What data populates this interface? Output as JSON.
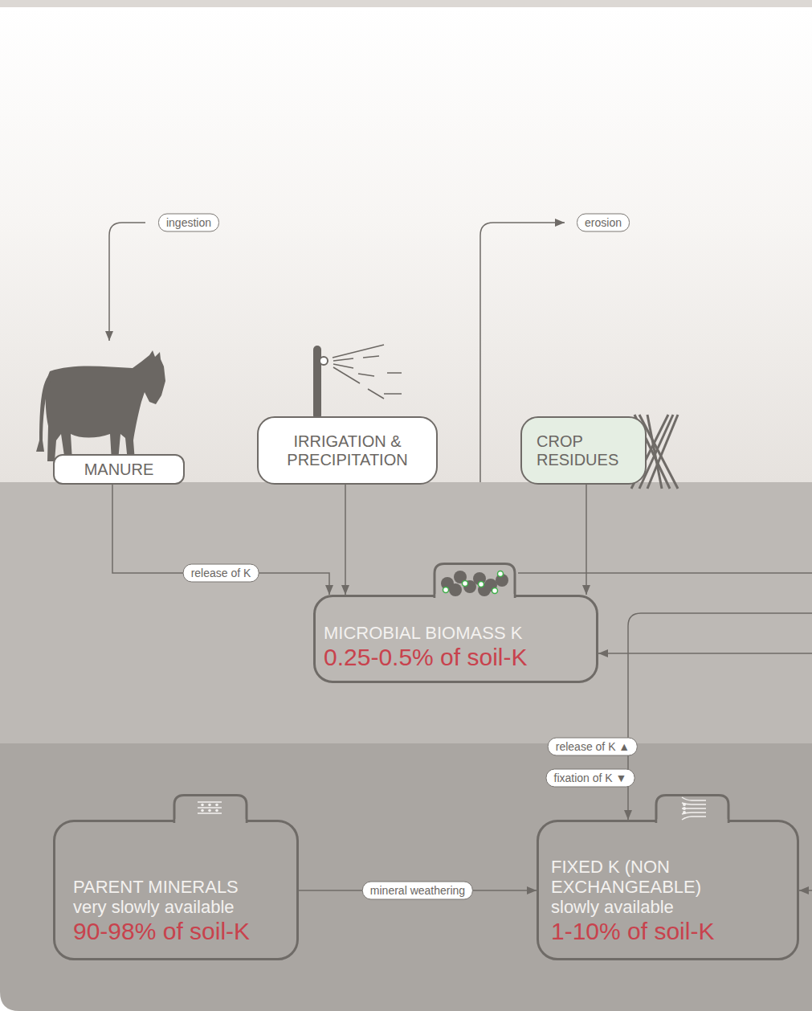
{
  "diagram": {
    "nodes": [
      {
        "text": [
          "MANURE"
        ]
      },
      {
        "text": [
          "IRRIGATION & PRECIPITATION"
        ]
      },
      {
        "text": [
          "CROP RESIDUES"
        ]
      },
      {
        "text": [
          "MICROBIAL BIOMASS K",
          "0.25-0.5% of soil-K"
        ]
      },
      {
        "text": [
          "PARENT MINERALS",
          "very slowly available",
          "90-98% of soil-K"
        ]
      },
      {
        "text": [
          "FIXED K (NON EXCHANGEABLE)",
          "slowly available",
          "1-10% of soil-K"
        ]
      }
    ],
    "edges": [
      {
        "from": 0,
        "to": 3,
        "label": "release of K",
        "arrow": "to"
      },
      {
        "from": 1,
        "to": 3,
        "arrow": "to"
      },
      {
        "from": 2,
        "to": 3,
        "arrow": "to"
      },
      {
        "from": 4,
        "to": 5,
        "label": "mineral weathering",
        "arrow": "to"
      }
    ],
    "labels": [
      "ingestion",
      "erosion",
      "release of K ▲",
      "fixation of K ▼"
    ]
  }
}
